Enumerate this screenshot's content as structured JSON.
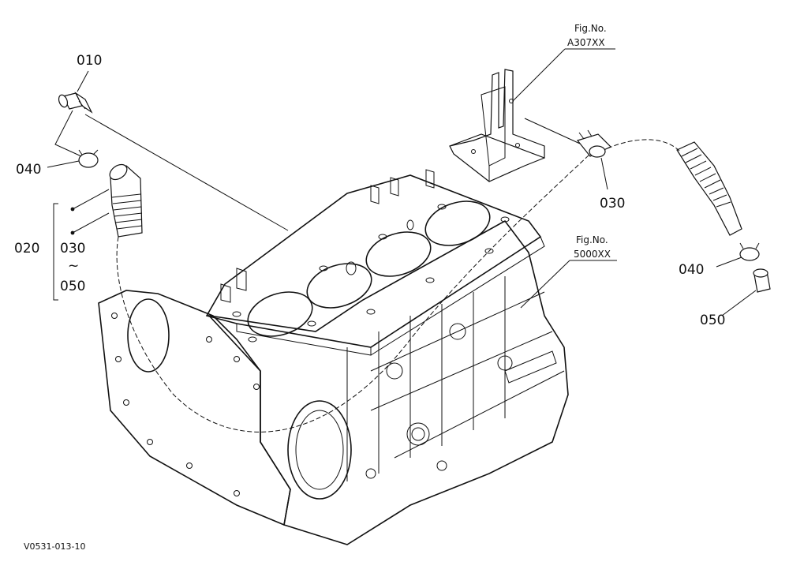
{
  "callouts": {
    "c010": "010",
    "c040_left": "040",
    "c020": "020",
    "c030_left": "030",
    "c_tilde": "~",
    "c050_left": "050",
    "c030_right": "030",
    "c040_right": "040",
    "c050_right": "050"
  },
  "references": {
    "fig_a_label": "Fig.No.",
    "fig_a_num": "A307XX",
    "fig_b_label": "Fig.No.",
    "fig_b_num": "5000XX"
  },
  "footer": {
    "drawing_id": "V0531-013-10"
  }
}
